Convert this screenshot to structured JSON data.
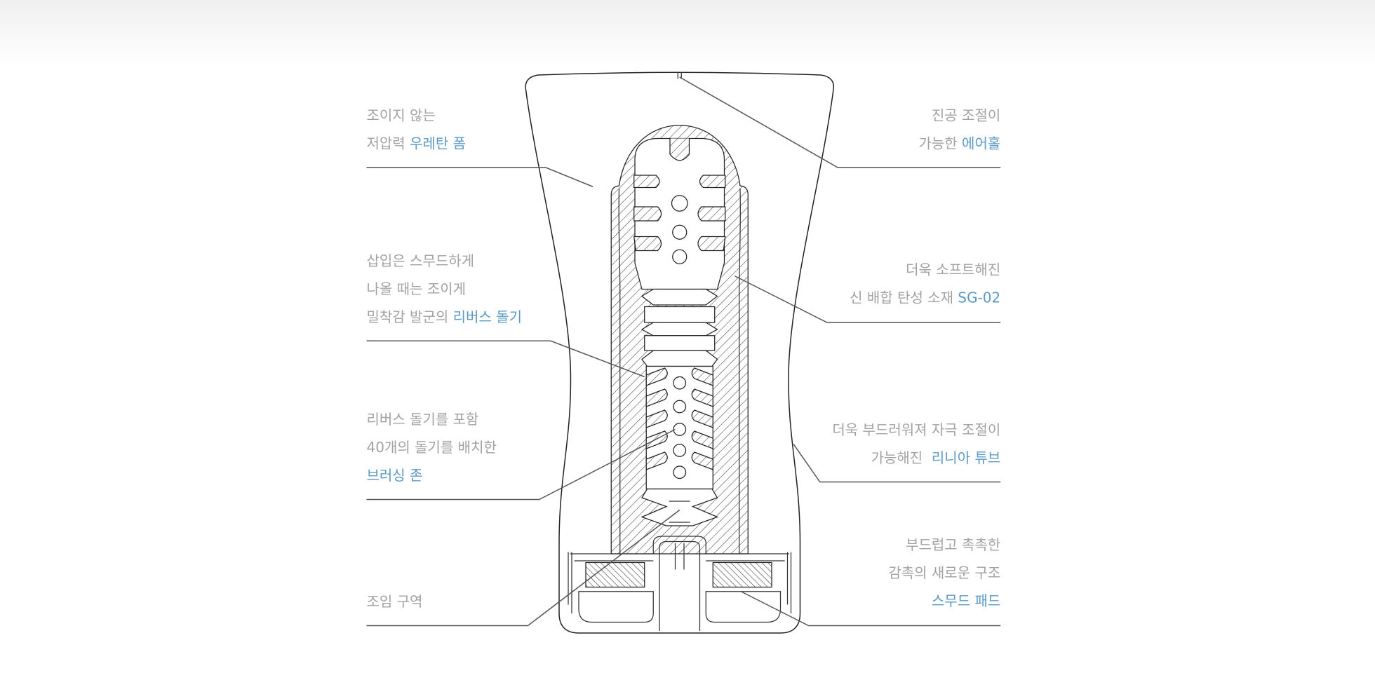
{
  "callouts": {
    "foam": {
      "line1": "조이지 않는",
      "line2_plain": "저압력 ",
      "line2_accent": "우레탄 폼"
    },
    "reverse_nubs": {
      "line1": "삽입은 스무드하게",
      "line2": "나올 때는 조이게",
      "line3_plain": "밀착감 발군의 ",
      "line3_accent": "리버스 돌기"
    },
    "brushing_zone": {
      "line1": "리버스 돌기를 포함",
      "line2": "40개의 돌기를 배치한",
      "line3_accent": "브러싱 존"
    },
    "tight_zone": {
      "line1": "조임 구역"
    },
    "air_hole": {
      "line1": "진공 조절이",
      "line2_plain": "가능한 ",
      "line2_accent": "에어홀"
    },
    "material": {
      "line1": "더욱 소프트해진",
      "line2_plain": "신 배합 탄성 소재 ",
      "line2_accent": "SG-02"
    },
    "linear_tube": {
      "line1": "더욱 부드러워져 자극 조절이",
      "line2_plain": "가능해진  ",
      "line2_accent": "리니아 튜브"
    },
    "smooth_pad": {
      "line1": "부드럽고 촉촉한",
      "line2": "감촉의 새로운 구조",
      "line3_accent": "스무드 패드"
    }
  },
  "colors": {
    "text": "#a2a2a2",
    "accent": "#5b9ac6",
    "line": "#333333"
  }
}
